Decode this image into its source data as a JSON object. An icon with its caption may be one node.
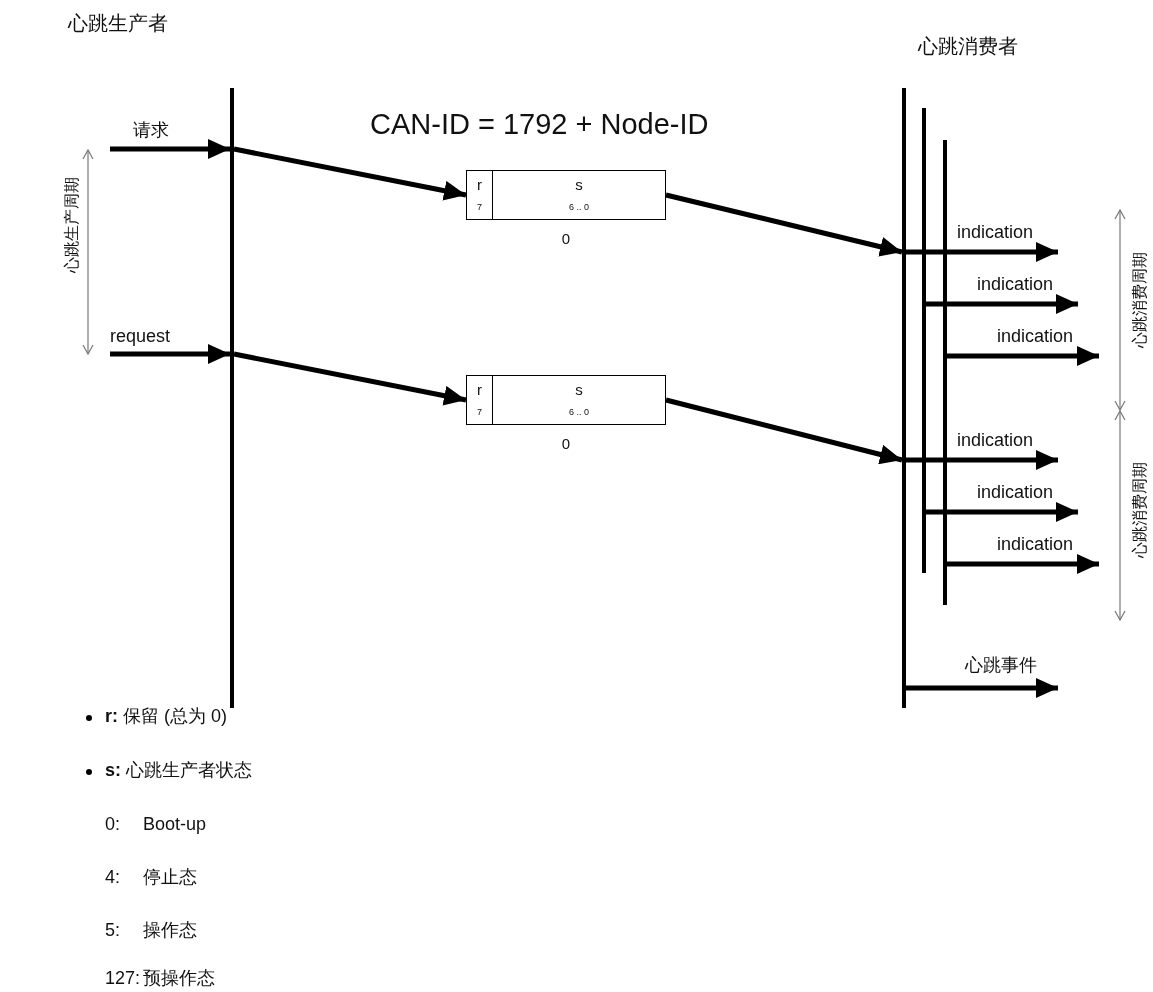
{
  "diagram": {
    "nodes": [
      {
        "text": [
          "心跳生产者"
        ]
      },
      {
        "text": [
          "心跳消费者"
        ]
      },
      {
        "text": [],
        "shape": "bar"
      },
      {
        "text": [],
        "shape": "bar"
      },
      {
        "text": [
          "r",
          "7",
          "s",
          "6 .. 0"
        ],
        "beside": [
          "0"
        ]
      },
      {
        "text": [
          "r",
          "7",
          "s",
          "6 .. 0"
        ],
        "beside": [
          "0"
        ]
      }
    ],
    "edges": [
      {
        "from": null,
        "to": 0,
        "arrow": "to",
        "label": "请求"
      },
      {
        "from": 0,
        "to": 4,
        "arrow": "to"
      },
      {
        "from": 4,
        "to": 1,
        "arrow": "to"
      },
      {
        "from": 1,
        "to": null,
        "arrow": "to",
        "label": "indication"
      },
      {
        "from": 2,
        "to": null,
        "arrow": "to",
        "label": "indication"
      },
      {
        "from": 3,
        "to": null,
        "arrow": "to",
        "label": "indication"
      },
      {
        "from": null,
        "to": 0,
        "arrow": "to",
        "label": "request"
      },
      {
        "from": 0,
        "to": 5,
        "arrow": "to"
      },
      {
        "from": 5,
        "to": 1,
        "arrow": "to"
      },
      {
        "from": 1,
        "to": null,
        "arrow": "to",
        "label": "indication"
      },
      {
        "from": 2,
        "to": null,
        "arrow": "to",
        "label": "indication"
      },
      {
        "from": 3,
        "to": null,
        "arrow": "to",
        "label": "indication"
      },
      {
        "from": 1,
        "to": null,
        "arrow": "to",
        "label": "心跳事件"
      }
    ],
    "labels": [
      "CAN-ID = 1792 + Node-ID",
      "心跳生产周期",
      "心跳消费周期",
      "心跳消费周期",
      "**r:** 保留 (总为 0)",
      "**s:** 心跳生产者状态",
      "0:",
      "Boot-up",
      "4:",
      "停止态",
      "5:",
      "操作态",
      "127:",
      "预操作态"
    ]
  }
}
